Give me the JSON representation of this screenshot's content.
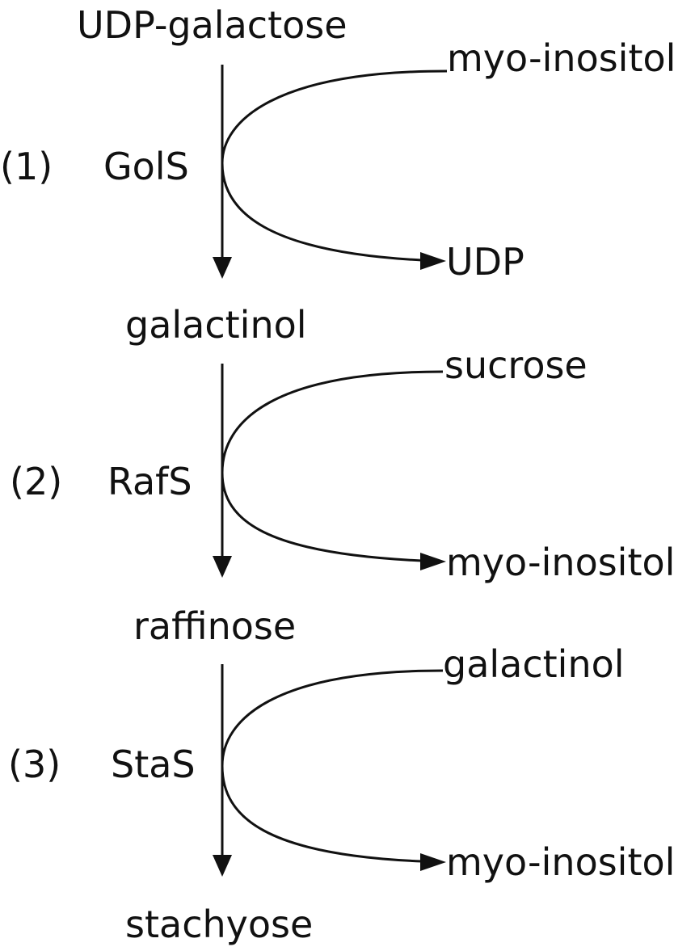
{
  "compounds": {
    "udp_galactose": "UDP-galactose",
    "galactinol": "galactinol",
    "raffinose": "raffinose",
    "stachyose": "stachyose"
  },
  "steps": [
    {
      "number": "(1)",
      "enzyme": "GolS",
      "cosubstrate": "myo-inositol",
      "byproduct": "UDP"
    },
    {
      "number": "(2)",
      "enzyme": "RafS",
      "cosubstrate": "sucrose",
      "byproduct": "myo-inositol"
    },
    {
      "number": "(3)",
      "enzyme": "StaS",
      "cosubstrate": "galactinol",
      "byproduct": "myo-inositol"
    }
  ]
}
